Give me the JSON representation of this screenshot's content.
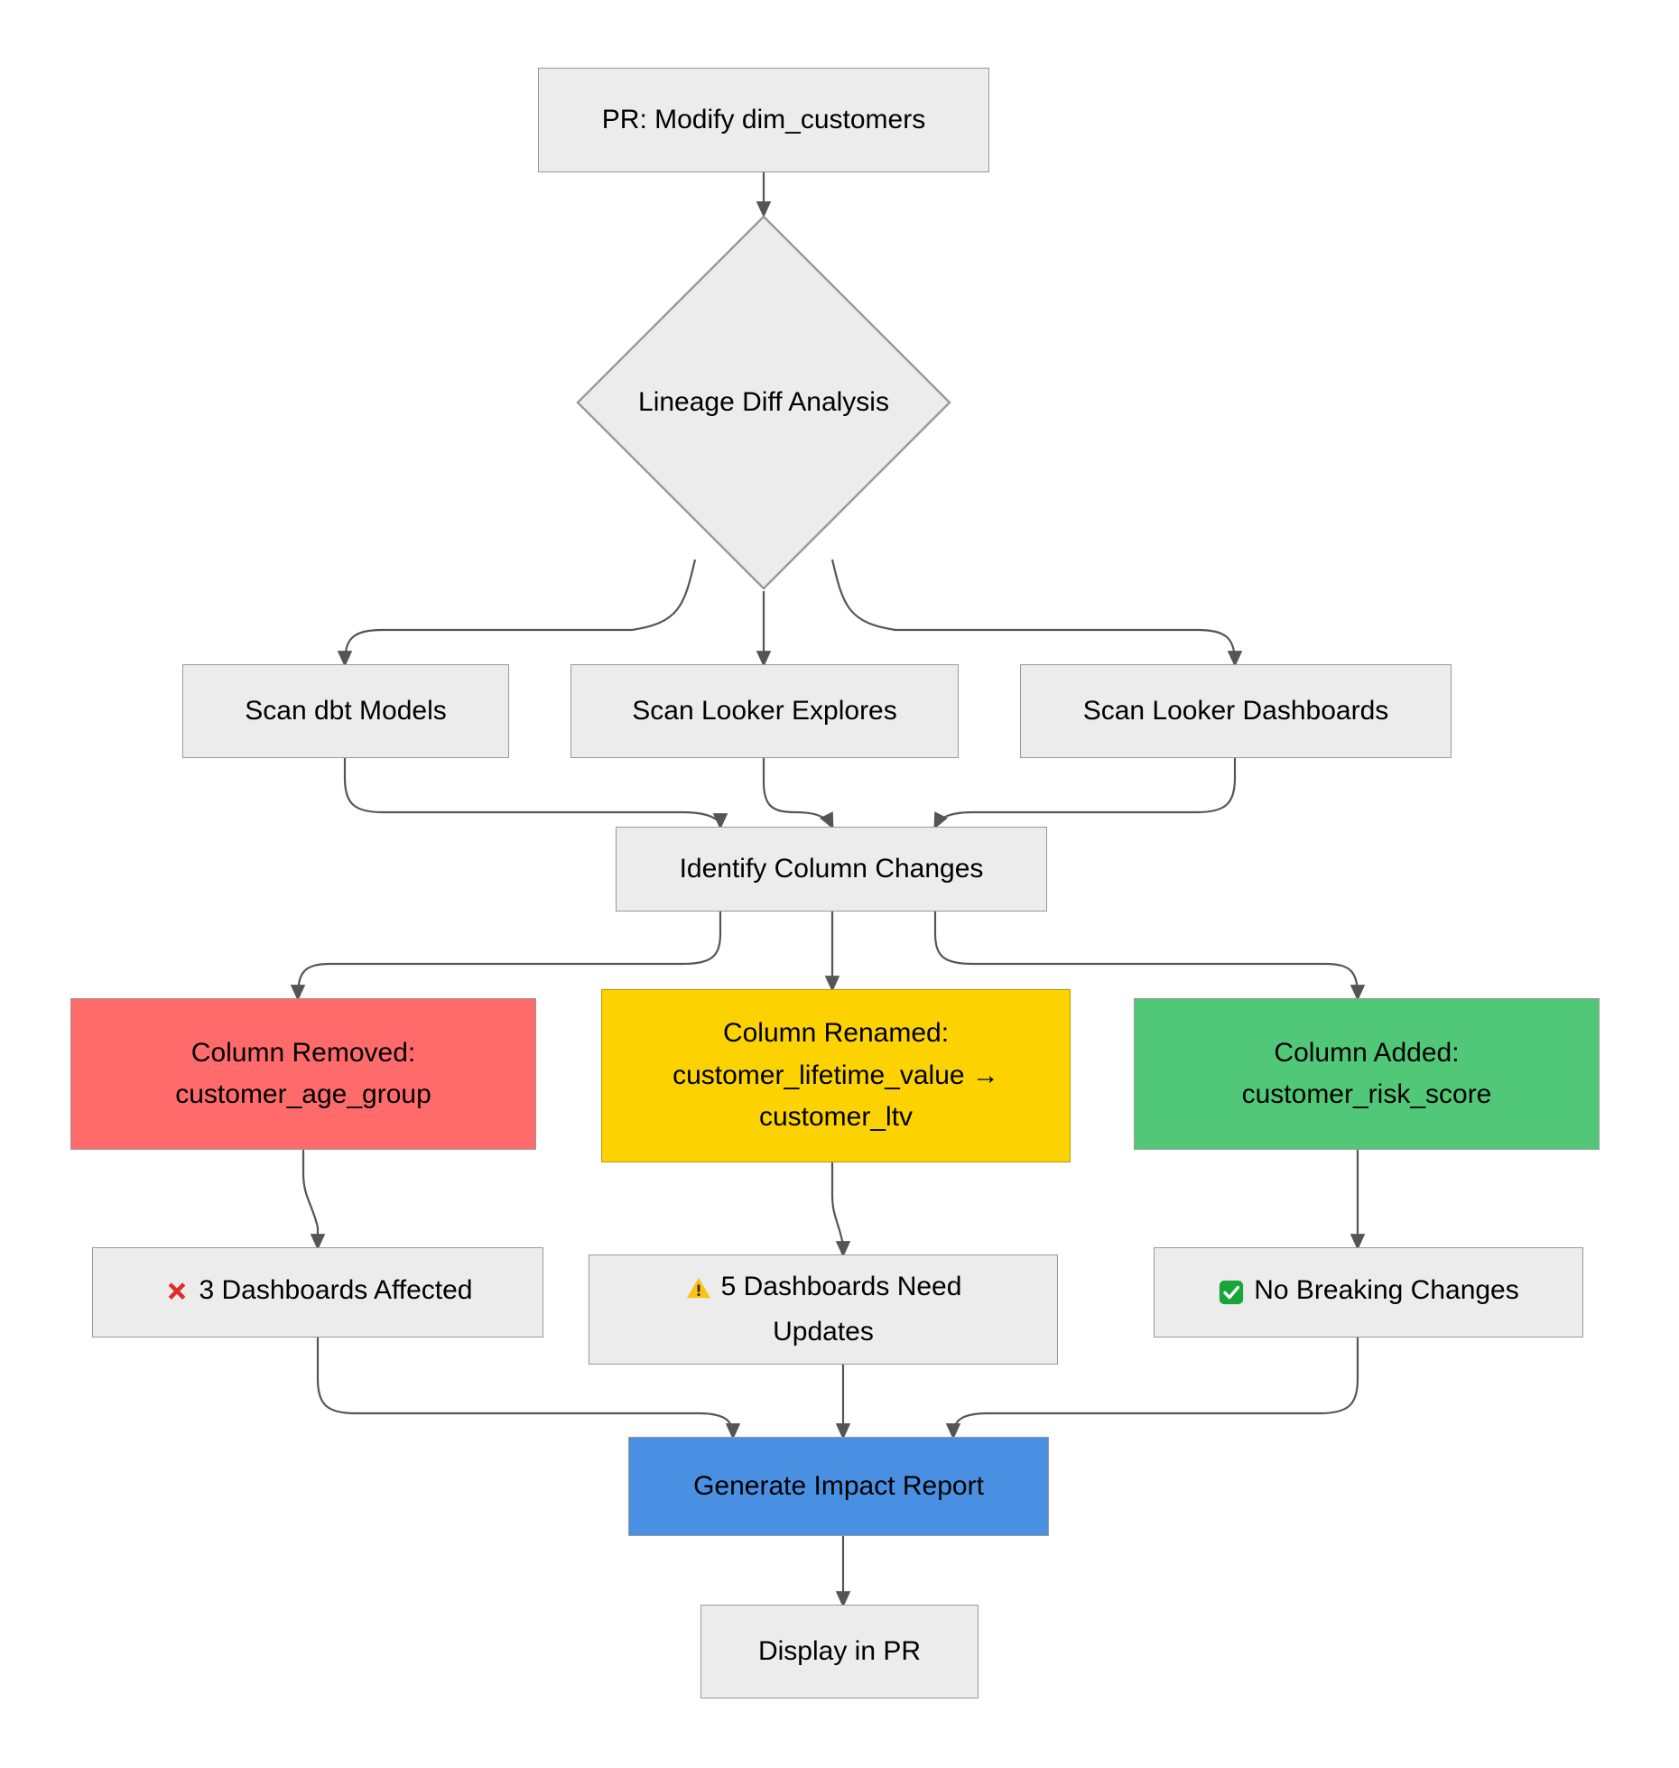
{
  "diagram": {
    "type": "flowchart",
    "direction": "top-down",
    "title_visible": false,
    "background_color": "#ffffff",
    "default_node_fill": "#ececec",
    "default_node_border": "#999999",
    "edge_color": "#555555"
  },
  "nodes": {
    "pr": {
      "id": "pr",
      "label": "PR: Modify dim_customers",
      "shape": "rect",
      "fill": "#ececec"
    },
    "lineage": {
      "id": "lineage",
      "label": "Lineage Diff Analysis",
      "shape": "diamond",
      "fill": "#ececec"
    },
    "scan_dbt": {
      "id": "scan_dbt",
      "label": "Scan dbt Models",
      "shape": "rect",
      "fill": "#ececec"
    },
    "scan_explores": {
      "id": "scan_explores",
      "label": "Scan Looker Explores",
      "shape": "rect",
      "fill": "#ececec"
    },
    "scan_dashboards": {
      "id": "scan_dashboards",
      "label": "Scan Looker Dashboards",
      "shape": "rect",
      "fill": "#ececec"
    },
    "identify": {
      "id": "identify",
      "label": "Identify Column Changes",
      "shape": "rect",
      "fill": "#ececec"
    },
    "col_removed": {
      "id": "col_removed",
      "label_line1": "Column Removed:",
      "label_line2": "customer_age_group",
      "shape": "rect",
      "fill": "#FF6B6B"
    },
    "col_renamed": {
      "id": "col_renamed",
      "label_line1": "Column Renamed:",
      "label_line2": "customer_lifetime_value →",
      "label_line3": "customer_ltv",
      "shape": "rect",
      "fill": "#FCD200"
    },
    "col_added": {
      "id": "col_added",
      "label_line1": "Column Added:",
      "label_line2": "customer_risk_score",
      "shape": "rect",
      "fill": "#51C878"
    },
    "affected": {
      "id": "affected",
      "icon": "cross-mark-icon",
      "label": "3 Dashboards Affected",
      "shape": "rect",
      "fill": "#ececec",
      "text_overflows": true
    },
    "need_updates": {
      "id": "need_updates",
      "icon": "warning-icon",
      "label_line1": "5 Dashboards Need",
      "label_line2": "Updates",
      "shape": "rect",
      "fill": "#ececec"
    },
    "no_breaking": {
      "id": "no_breaking",
      "icon": "check-mark-button-icon",
      "label": "No Breaking Changes",
      "shape": "rect",
      "fill": "#ececec",
      "text_overflows": true
    },
    "impact_report": {
      "id": "impact_report",
      "label": "Generate Impact Report",
      "shape": "rect",
      "fill": "#4A90E2"
    },
    "display_pr": {
      "id": "display_pr",
      "label": "Display in PR",
      "shape": "rect",
      "fill": "#ececec"
    }
  },
  "edges": [
    {
      "from": "pr",
      "to": "lineage"
    },
    {
      "from": "lineage",
      "to": "scan_dbt"
    },
    {
      "from": "lineage",
      "to": "scan_explores"
    },
    {
      "from": "lineage",
      "to": "scan_dashboards"
    },
    {
      "from": "scan_dbt",
      "to": "identify"
    },
    {
      "from": "scan_explores",
      "to": "identify"
    },
    {
      "from": "scan_dashboards",
      "to": "identify"
    },
    {
      "from": "identify",
      "to": "col_removed"
    },
    {
      "from": "identify",
      "to": "col_renamed"
    },
    {
      "from": "identify",
      "to": "col_added"
    },
    {
      "from": "col_removed",
      "to": "affected"
    },
    {
      "from": "col_renamed",
      "to": "need_updates"
    },
    {
      "from": "col_added",
      "to": "no_breaking"
    },
    {
      "from": "affected",
      "to": "impact_report"
    },
    {
      "from": "need_updates",
      "to": "impact_report"
    },
    {
      "from": "no_breaking",
      "to": "impact_report"
    },
    {
      "from": "impact_report",
      "to": "display_pr"
    }
  ],
  "colors": {
    "red": "#FF6B6B",
    "yellow": "#FCD200",
    "green": "#51C878",
    "blue": "#4A90E2",
    "neutral": "#ececec",
    "border": "#999999",
    "edge": "#555555"
  }
}
